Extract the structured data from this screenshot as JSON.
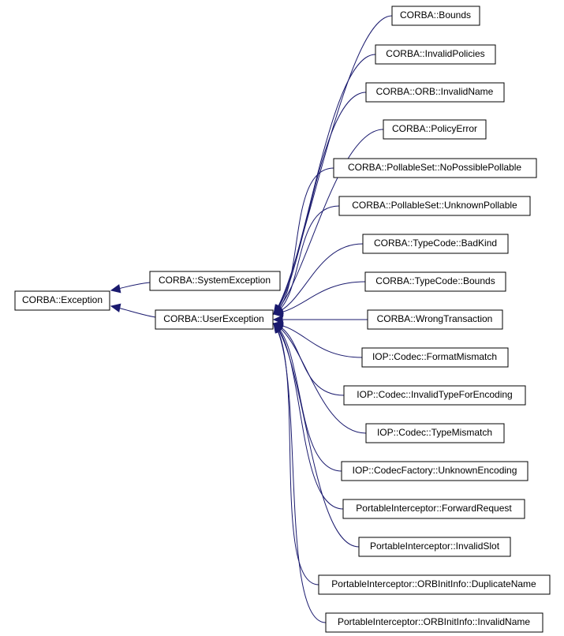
{
  "root": {
    "id": "exception",
    "label": "CORBA::Exception"
  },
  "level1": [
    {
      "id": "system",
      "label": "CORBA::SystemException"
    },
    {
      "id": "user",
      "label": "CORBA::UserException"
    }
  ],
  "children": [
    {
      "id": "c0",
      "label": "CORBA::Bounds"
    },
    {
      "id": "c1",
      "label": "CORBA::InvalidPolicies"
    },
    {
      "id": "c2",
      "label": "CORBA::ORB::InvalidName"
    },
    {
      "id": "c3",
      "label": "CORBA::PolicyError"
    },
    {
      "id": "c4",
      "label": "CORBA::PollableSet::NoPossiblePollable"
    },
    {
      "id": "c5",
      "label": "CORBA::PollableSet::UnknownPollable"
    },
    {
      "id": "c6",
      "label": "CORBA::TypeCode::BadKind"
    },
    {
      "id": "c7",
      "label": "CORBA::TypeCode::Bounds"
    },
    {
      "id": "c8",
      "label": "CORBA::WrongTransaction"
    },
    {
      "id": "c9",
      "label": "IOP::Codec::FormatMismatch"
    },
    {
      "id": "c10",
      "label": "IOP::Codec::InvalidTypeForEncoding"
    },
    {
      "id": "c11",
      "label": "IOP::Codec::TypeMismatch"
    },
    {
      "id": "c12",
      "label": "IOP::CodecFactory::UnknownEncoding"
    },
    {
      "id": "c13",
      "label": "PortableInterceptor::ForwardRequest"
    },
    {
      "id": "c14",
      "label": "PortableInterceptor::InvalidSlot"
    },
    {
      "id": "c15",
      "label": "PortableInterceptor::ORBInitInfo::DuplicateName"
    },
    {
      "id": "c16",
      "label": "PortableInterceptor::ORBInitInfo::InvalidName"
    }
  ],
  "colors": {
    "edge": "#1a1a6e",
    "node_border": "#000000",
    "node_fill": "#ffffff"
  }
}
